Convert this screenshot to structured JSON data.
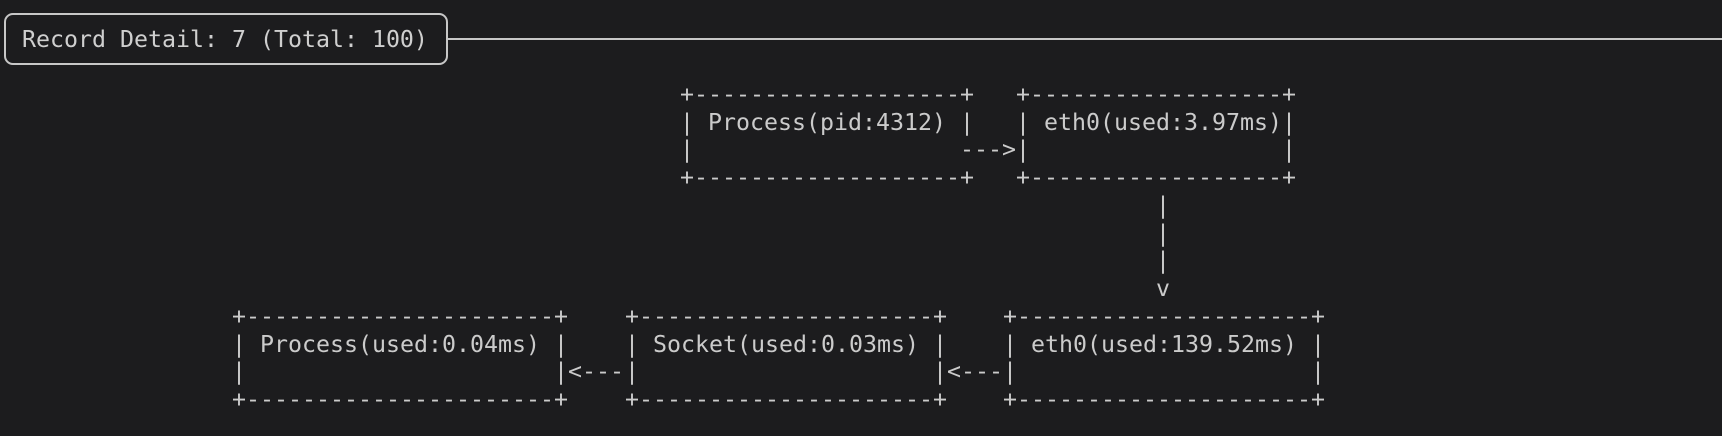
{
  "header": {
    "title": "Record Detail: 7 (Total: 100)",
    "record_index": "7",
    "record_total": "100"
  },
  "diagram": {
    "nodes": [
      {
        "id": "process-pid",
        "label": "Process(pid:4312)",
        "ascii": "+-------------------+\n| Process(pid:4312) |\n|\n+-------------------+"
      },
      {
        "id": "eth0-top",
        "label": "eth0(used:3.97ms)",
        "ascii": "+------------------+\n| eth0(used:3.97ms)|\n|                  |\n+------------------+"
      },
      {
        "id": "process-used",
        "label": "Process(used:0.04ms)",
        "ascii": "+----------------------+\n| Process(used:0.04ms) |\n|                      |\n+----------------------+"
      },
      {
        "id": "socket",
        "label": "Socket(used:0.03ms)",
        "ascii": "+---------------------+\n| Socket(used:0.03ms) |\n|                     |\n+---------------------+"
      },
      {
        "id": "eth0-bottom",
        "label": "eth0(used:139.52ms)",
        "ascii": "+---------------------+\n| eth0(used:139.52ms) |\n|                     |\n+---------------------+"
      }
    ],
    "arrows": {
      "right": "--->",
      "down": "|\n|\n|\nv",
      "left1": "<---",
      "left2": "<---"
    }
  },
  "colors": {
    "background": "#1c1c1e",
    "foreground": "#cbcbcb",
    "border": "#c7c7c7"
  }
}
